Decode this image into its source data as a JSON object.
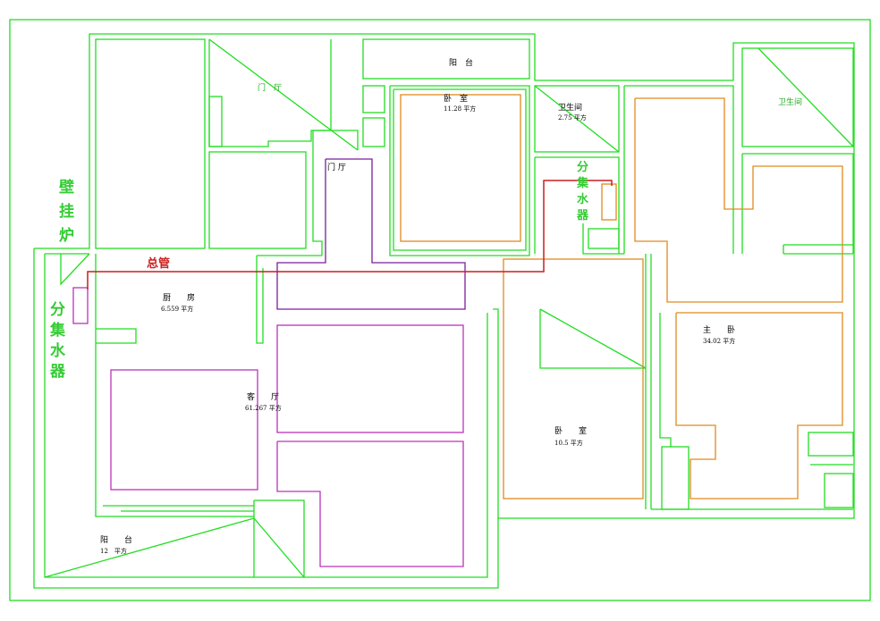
{
  "colors": {
    "wall": "#22dd22",
    "room_outline": "#e08a1e",
    "living_outline": "#bb33bb",
    "hallway_outline": "#7a1e9a",
    "main_pipe": "#cc1e1e"
  },
  "labels": {
    "balcony_top": "阳　台",
    "foyer_top": "门　厅",
    "foyer_mid": "门 厅",
    "bedroom_top_name": "卧　室",
    "bedroom_top_area": "11.28 平方",
    "bathroom_top_name": "卫生间",
    "bathroom_top_area": "2.75 平方",
    "bathroom_right": "卫生间",
    "manifold_right": [
      "分",
      "集",
      "水",
      "器"
    ],
    "manifold_left": [
      "分",
      "集",
      "水",
      "器"
    ],
    "boiler": [
      "壁",
      "挂",
      "炉"
    ],
    "main_pipe": "总管",
    "kitchen_name": "厨　　房",
    "kitchen_area": "6.559 平方",
    "living_name": "客　　厅",
    "living_area": "61.267 平方",
    "master_name": "主　　卧",
    "master_area": "34.02 平方",
    "bedroom_mid_name": "卧　　室",
    "bedroom_mid_area": "10.5 平方",
    "balcony_bottom_name": "阳　　台",
    "balcony_bottom_area": "12　平方"
  }
}
